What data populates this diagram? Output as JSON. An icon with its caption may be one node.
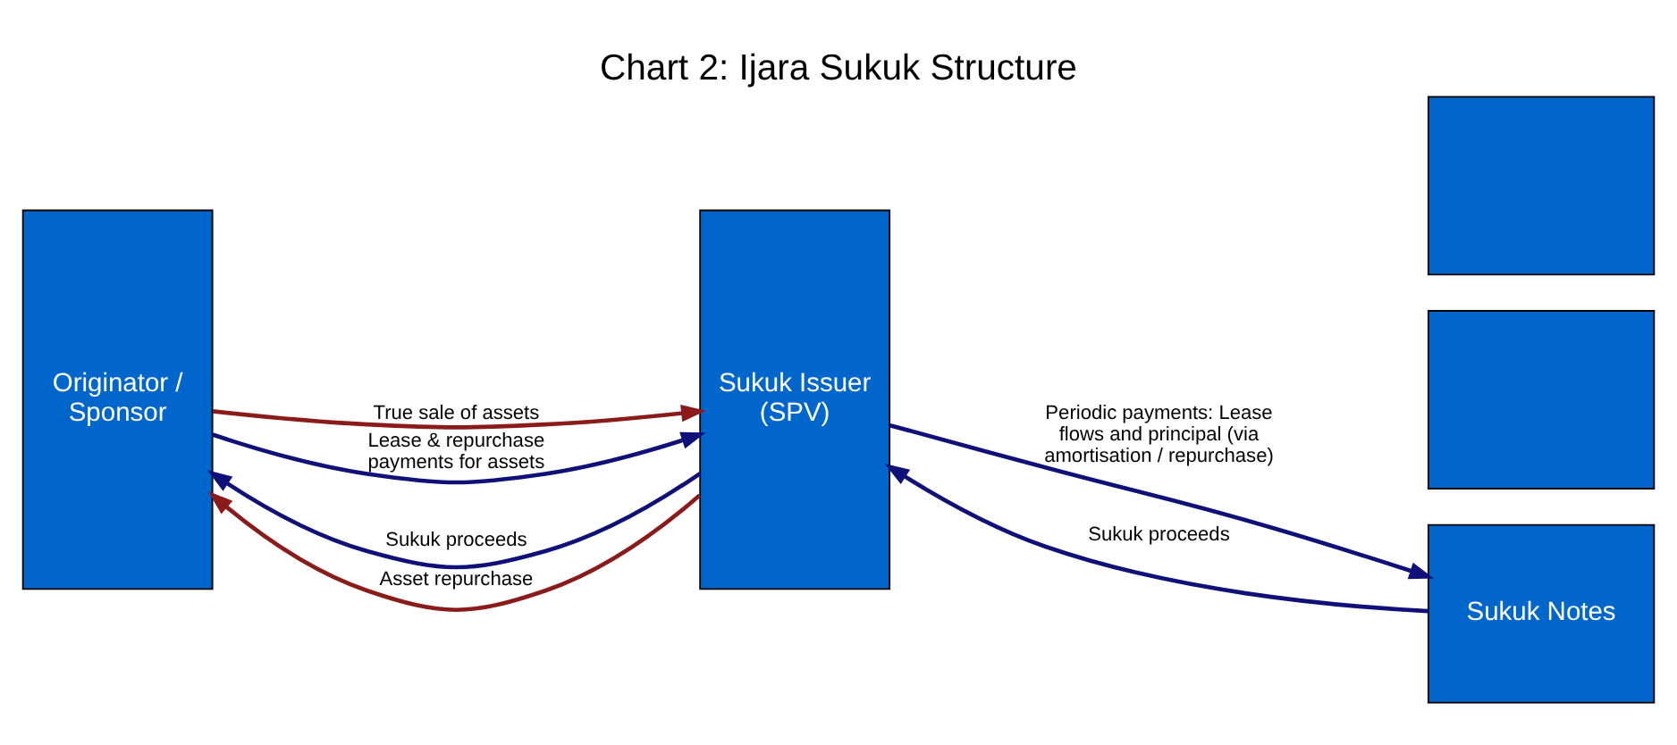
{
  "diagram": {
    "title": "Chart 2: Ijara Sukuk Structure",
    "nodes": [
      {
        "text": [
          "Originator / Sponsor"
        ]
      },
      {
        "text": [
          "Sukuk Issuer (SPV)"
        ]
      },
      {
        "text": [],
        "shape": "box"
      },
      {
        "text": [],
        "shape": "box"
      },
      {
        "text": [
          "Sukuk Notes"
        ]
      }
    ],
    "edges": [
      {
        "from": 1,
        "to": 0,
        "arrow": "to",
        "label": "Sukuk proceeds"
      },
      {
        "from": 4,
        "to": 1,
        "arrow": "to",
        "label": "Sukuk proceeds"
      },
      {
        "from": 0,
        "to": 1,
        "arrow": "to",
        "label": "True sale of assets",
        "color": "#8b1a1a"
      },
      {
        "from": 0,
        "to": 1,
        "arrow": "to",
        "label": "Lease & repurchase payments for assets"
      },
      {
        "from": 1,
        "to": 4,
        "arrow": "to",
        "label": "Periodic payments: Lease flows and principal (via amortisation / repurchase)"
      },
      {
        "from": 1,
        "to": 0,
        "arrow": "to",
        "label": "Asset repurchase",
        "color": "#8b1a1a"
      }
    ]
  }
}
